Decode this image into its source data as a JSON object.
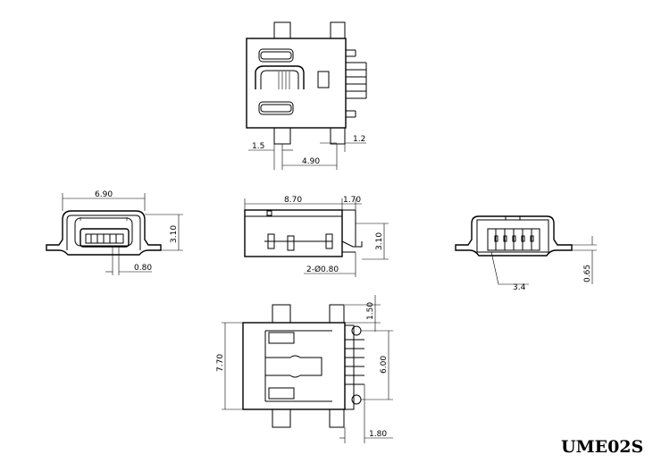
{
  "drawing": {
    "part_number": "UME02S",
    "top_view": {
      "dims": [
        "1.5",
        "4.90",
        "1.2"
      ]
    },
    "front_view": {
      "dims": [
        "6.90",
        "3.10",
        "0.80"
      ]
    },
    "side_view": {
      "dims": [
        "8.70",
        "1.70",
        "3.10",
        "2-Ø0.80"
      ]
    },
    "rear_view": {
      "dims": [
        "3.4",
        "0.65"
      ]
    },
    "bottom_view": {
      "dims": [
        "1.50",
        "7.70",
        "6.00",
        "1.80"
      ]
    }
  }
}
